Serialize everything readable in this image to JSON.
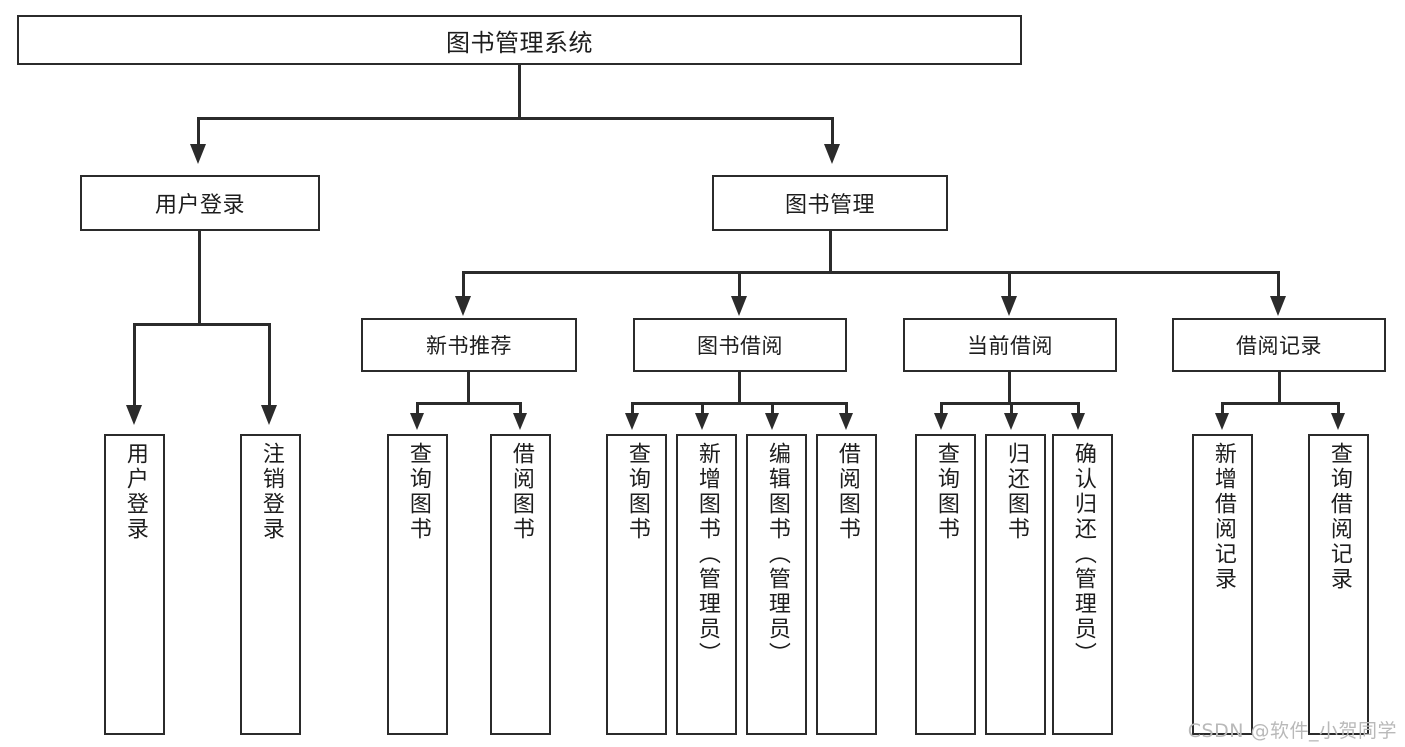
{
  "diagram": {
    "title_node": {
      "label": "图书管理系统"
    },
    "level1": [
      {
        "label": "用户登录"
      },
      {
        "label": "图书管理"
      }
    ],
    "level2": [
      {
        "label": "新书推荐"
      },
      {
        "label": "图书借阅"
      },
      {
        "label": "当前借阅"
      },
      {
        "label": "借阅记录"
      }
    ],
    "leaves": {
      "user_login": [
        {
          "label": "用户登录"
        },
        {
          "label": "注销登录"
        }
      ],
      "new_book": [
        {
          "label": "查询图书"
        },
        {
          "label": "借阅图书"
        }
      ],
      "book_borrow": [
        {
          "label": "查询图书"
        },
        {
          "label": "新增图书（管理员）"
        },
        {
          "label": "编辑图书（管理员）"
        },
        {
          "label": "借阅图书"
        }
      ],
      "current_borrow": [
        {
          "label": "查询图书"
        },
        {
          "label": "归还图书"
        },
        {
          "label": "确认归还（管理员）"
        }
      ],
      "borrow_record": [
        {
          "label": "新增借阅记录"
        },
        {
          "label": "查询借阅记录"
        }
      ]
    }
  },
  "watermark": {
    "text": "CSDN @软件_小贺同学"
  },
  "colors": {
    "line": "#2b2b2b",
    "text": "#1d1d1d",
    "background": "#ffffff",
    "watermark": "#b9b9b9"
  }
}
